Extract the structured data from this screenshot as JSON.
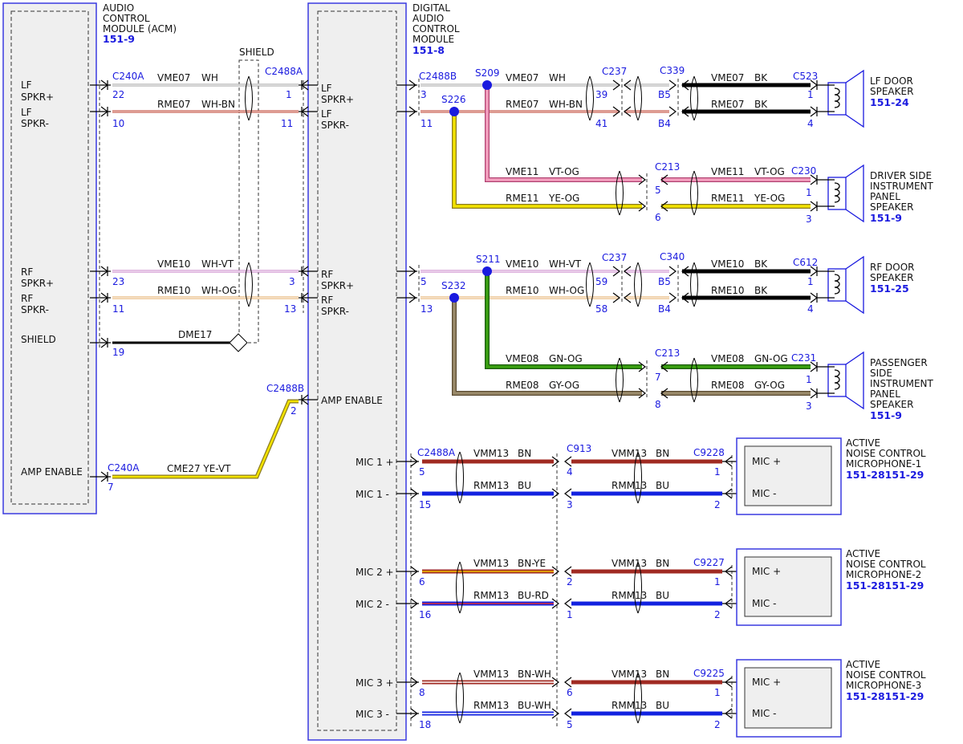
{
  "modules": {
    "acm": {
      "title_lines": [
        "AUDIO",
        "CONTROL",
        "MODULE (ACM)"
      ],
      "ref": "151-9"
    },
    "dacm": {
      "title_lines": [
        "DIGITAL",
        "AUDIO",
        "CONTROL",
        "MODULE"
      ],
      "ref": "151-8"
    }
  },
  "acm_pins": {
    "lf_spkr_pos": [
      "LF",
      "SPKR+"
    ],
    "lf_spkr_neg": [
      "LF",
      "SPKR-"
    ],
    "rf_spkr_pos": [
      "RF",
      "SPKR+"
    ],
    "rf_spkr_neg": [
      "RF",
      "SPKR-"
    ],
    "shield": "SHIELD",
    "amp_enable": "AMP ENABLE"
  },
  "dacm_pins": {
    "lf_spkr_pos": [
      "LF",
      "SPKR+"
    ],
    "lf_spkr_neg": [
      "LF",
      "SPKR-"
    ],
    "rf_spkr_pos": [
      "RF",
      "SPKR+"
    ],
    "rf_spkr_neg": [
      "RF",
      "SPKR-"
    ],
    "amp_enable": "AMP ENABLE",
    "mic1_pos": "MIC 1 +",
    "mic1_neg": "MIC 1 -",
    "mic2_pos": "MIC 2 +",
    "mic2_neg": "MIC 2 -",
    "mic3_pos": "MIC 3 +",
    "mic3_neg": "MIC 3 -"
  },
  "shield_label": "SHIELD",
  "connectors": {
    "c240a_top": "C240A",
    "c2488a_top": "C2488A",
    "c240a_bottom": "C240A",
    "c2488b_amp": "C2488B",
    "c2488b_lf": "C2488B",
    "c2488a_mic": "C2488A",
    "c237_lf": "C237",
    "c339": "C339",
    "c523": "C523",
    "c213_lf": "C213",
    "c230": "C230",
    "c237_rf": "C237",
    "c340": "C340",
    "c612": "C612",
    "c213_rf": "C213",
    "c231": "C231",
    "c913": "C913",
    "c9228": "C9228",
    "c9227": "C9227",
    "c9225": "C9225"
  },
  "splices": {
    "s209": "S209",
    "s226": "S226",
    "s211": "S211",
    "s232": "S232"
  },
  "pins": {
    "acm_22": "22",
    "acm_10": "10",
    "acm_23": "23",
    "acm_11": "11",
    "acm_19": "19",
    "acm_7": "7",
    "c2488a_1": "1",
    "c2488a_11": "11",
    "c2488a_3": "3",
    "c2488a_13": "13",
    "c2488b_2": "2",
    "c2488b_3": "3",
    "c2488b_11": "11",
    "c2488b_5": "5",
    "c2488b_13": "13",
    "c237_39": "39",
    "c237_41": "41",
    "c237_59": "59",
    "c237_58": "58",
    "c339_b5": "B5",
    "c339_b4": "B4",
    "c340_b5": "B5",
    "c340_b4": "B4",
    "c523_1": "1",
    "c523_4": "4",
    "c612_1": "1",
    "c612_4": "4",
    "c213_5": "5",
    "c213_6": "6",
    "c213_7": "7",
    "c213_8": "8",
    "c230_1": "1",
    "c230_3": "3",
    "c231_1": "1",
    "c231_3": "3",
    "mic_5": "5",
    "mic_15": "15",
    "mic_6": "6",
    "mic_16": "16",
    "mic_8": "8",
    "mic_18": "18",
    "c913_4": "4",
    "c913_3": "3",
    "c913_2": "2",
    "c913_1": "1",
    "c913_6": "6",
    "c913_5": "5",
    "c9228_1": "1",
    "c9228_2": "2",
    "c9227_1": "1",
    "c9227_2": "2",
    "c9225_1": "1",
    "c9225_2": "2"
  },
  "wires": {
    "vme07": "VME07",
    "wh": "WH",
    "rme07": "RME07",
    "wh_bn": "WH-BN",
    "vme10": "VME10",
    "wh_vt": "WH-VT",
    "rme10": "RME10",
    "wh_og": "WH-OG",
    "dme17": "DME17",
    "cme27": "CME27 YE-VT",
    "vme07_r": "VME07",
    "wh_r": "WH",
    "rme07_r": "RME07",
    "wh_bn_r": "WH-BN",
    "vme07_bk": "VME07",
    "bk1": "BK",
    "rme07_bk": "RME07",
    "bk2": "BK",
    "vme11": "VME11",
    "vt_og": "VT-OG",
    "rme11": "RME11",
    "ye_og": "YE-OG",
    "vme11_b": "VME11",
    "vt_og_b": "VT-OG",
    "rme11_b": "RME11",
    "ye_og_b": "YE-OG",
    "vme10_r": "VME10",
    "wh_vt_r": "WH-VT",
    "rme10_r": "RME10",
    "wh_og_r": "WH-OG",
    "vme10_bk": "VME10",
    "bk3": "BK",
    "rme10_bk": "RME10",
    "bk4": "BK",
    "vme08": "VME08",
    "gn_og": "GN-OG",
    "rme08": "RME08",
    "gy_og": "GY-OG",
    "vme08_b": "VME08",
    "gn_og_b": "GN-OG",
    "rme08_b": "RME08",
    "gy_og_b": "GY-OG",
    "m1_vmm": "VMM13",
    "m1_bn": "BN",
    "m1_rmm": "RMM13",
    "m1_bu": "BU",
    "m1_vmm_b": "VMM13",
    "m1_bn_b": "BN",
    "m1_rmm_b": "RMM13",
    "m1_bu_b": "BU",
    "m2_vmm": "VMM13",
    "m2_bnye": "BN-YE",
    "m2_rmm": "RMM13",
    "m2_burd": "BU-RD",
    "m2_vmm_b": "VMM13",
    "m2_bn_b": "BN",
    "m2_rmm_b": "RMM13",
    "m2_bu_b": "BU",
    "m3_vmm": "VMM13",
    "m3_bnwh": "BN-WH",
    "m3_rmm": "RMM13",
    "m3_buwh": "BU-WH",
    "m3_vmm_b": "VMM13",
    "m3_bn_b": "BN",
    "m3_rmm_b": "RMM13",
    "m3_bu_b": "BU"
  },
  "speakers": {
    "lf_door": {
      "lines": [
        "LF DOOR",
        "SPEAKER"
      ],
      "ref": "151-24"
    },
    "driver_ip": {
      "lines": [
        "DRIVER SIDE",
        "INSTRUMENT",
        "PANEL",
        "SPEAKER"
      ],
      "ref": "151-9"
    },
    "rf_door": {
      "lines": [
        "RF DOOR",
        "SPEAKER"
      ],
      "ref": "151-25"
    },
    "pass_ip": {
      "lines": [
        "PASSENGER",
        "SIDE",
        "INSTRUMENT",
        "PANEL",
        "SPEAKER"
      ],
      "ref": "151-9"
    }
  },
  "mics": {
    "mic1": {
      "lines": [
        "ACTIVE",
        "NOISE CONTROL",
        "MICROPHONE-1"
      ],
      "ref": "151-28151-29",
      "pos": "MIC +",
      "neg": "MIC -"
    },
    "mic2": {
      "lines": [
        "ACTIVE",
        "NOISE CONTROL",
        "MICROPHONE-2"
      ],
      "ref": "151-28151-29",
      "pos": "MIC +",
      "neg": "MIC -"
    },
    "mic3": {
      "lines": [
        "ACTIVE",
        "NOISE CONTROL",
        "MICROPHONE-3"
      ],
      "ref": "151-28151-29",
      "pos": "MIC +",
      "neg": "MIC -"
    }
  },
  "colors": {
    "module_border": "#3a3ae0",
    "module_fill": "#efefef",
    "pin_blue": "#1a1adf",
    "pink": "#f08caa",
    "yellow": "#f2e200",
    "green": "#2e8b10",
    "gray_og": "#8a7a62",
    "brown": "#a02a22",
    "blue": "#1222e0",
    "black": "#000000"
  }
}
